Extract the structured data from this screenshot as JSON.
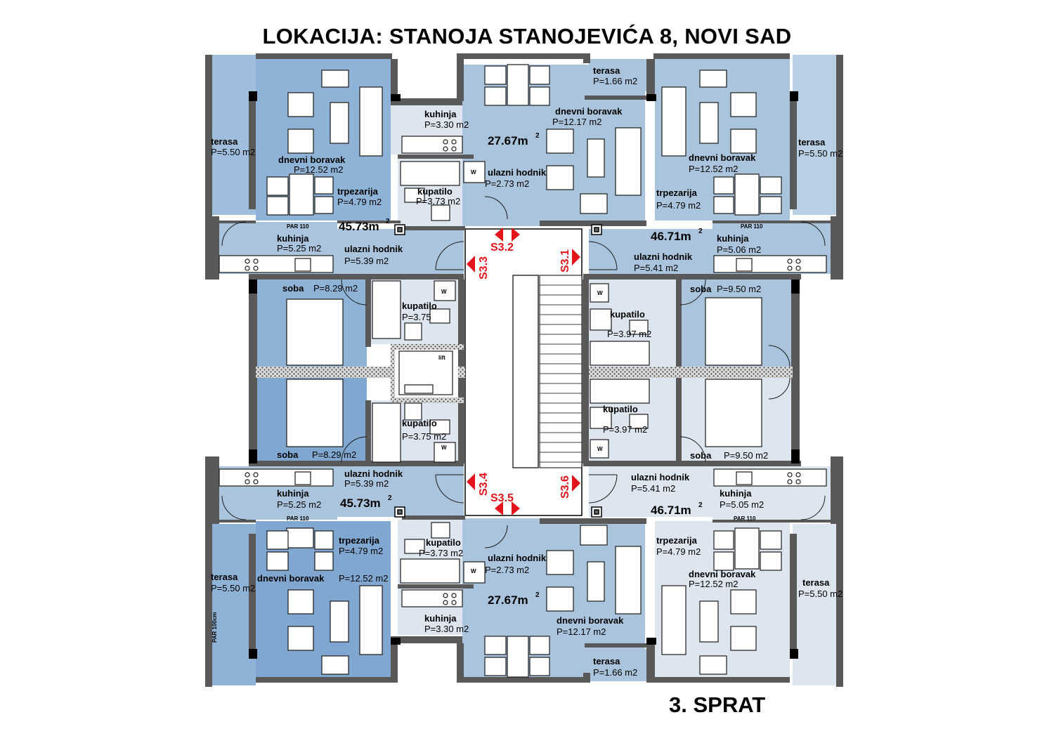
{
  "title": "LOKACIJA: STANOJA STANOJEVIĆA 8, NOVI SAD",
  "floor": "3. SPRAT",
  "colors": {
    "apt_dark": "#8fb3d6",
    "apt_mid": "#a9c4dc",
    "apt_light": "#dde5ef",
    "wall": "#595959",
    "arrow": "#e3141b"
  },
  "apartment_totals": {
    "a1": "45.73",
    "a2": "27.67",
    "a3": "46.71",
    "a4": "45.73",
    "a5": "27.67",
    "a6": "46.71",
    "unit": "m",
    "sup": "2"
  },
  "par": {
    "p1": "PAR 110",
    "p2": "PAR 110",
    "p3": "PAR 110",
    "p4": "PAR 110",
    "p5": "PAR 100cm"
  },
  "lift": "lift",
  "wc": "W",
  "markers": {
    "s31": "S3.1",
    "s32": "S3.2",
    "s33": "S3.3",
    "s34": "S3.4",
    "s35": "S3.5",
    "s36": "S3.6"
  },
  "rooms": {
    "r1_name": "terasa",
    "r1_area": "P=1.66 m2",
    "r2_name": "kuhinja",
    "r2_area": "P=3.30 m2",
    "r3_name": "dnevni boravak",
    "r3_area": "P=12.17 m2",
    "r4_name": "terasa",
    "r4_area": "P=5.50 m2",
    "r5_name": "dnevni boravak",
    "r5_area": "P=12.52 m2",
    "r6_name": "ulazni hodnik",
    "r6_area": "P=2.73 m2",
    "r7_name": "trpezarija",
    "r7_area": "P=4.79 m2",
    "r8_name": "kupatilo",
    "r8_area": "P=3.73 m2",
    "r9_name": "dnevni boravak",
    "r9_area": "P=12.52 m2",
    "r10_name": "terasa",
    "r10_area": "P=5.50 m2",
    "r11_name": "trpezarija",
    "r11_area": "P=4.79 m2",
    "r12_name": "kuhinja",
    "r12_area": "P=5.25 m2",
    "r13_name": "ulazni hodnik",
    "r13_area": "P=5.39 m2",
    "r14_name": "ulazni hodnik",
    "r14_area": "P=5.41 m2",
    "r15_name": "kuhinja",
    "r15_area": "P=5.06 m2",
    "r16_name": "soba",
    "r16_area": "P=8.29 m2",
    "r17_name": "kupatilo",
    "r17_area": "P=3.75",
    "r18_name": "kupatilo",
    "r18_area": "P=3.97 m2",
    "r19_name": "soba",
    "r19_area": "P=9.50 m2",
    "r20_name": "kupatilo",
    "r20_area": "P=3.75 m2",
    "r21_name": "kupatilo",
    "r21_area": "P=3.97 m2",
    "r22_name": "soba",
    "r22_area": "P=8.29 m2",
    "r23_name": "soba",
    "r23_area": "P=9.50 m2",
    "r24_name": "ulazni hodnik",
    "r24_area": "P=5.39 m2",
    "r25_name": "ulazni hodnik",
    "r25_area": "P=5.41 m2",
    "r26_name": "kuhinja",
    "r26_area": "P=5.25 m2",
    "r27_name": "kuhinja",
    "r27_area": "P=5.05 m2",
    "r28_name": "kupatilo",
    "r28_area": "P=3.73 m2",
    "r29_name": "trpezarija",
    "r29_area": "P=4.79 m2",
    "r30_name": "ulazni hodnik",
    "r30_area": "P=2.73 m2",
    "r31_name": "trpezarija",
    "r31_area": "P=4.79 m2",
    "r32_name": "dnevni boravak",
    "r32_area": "P=12.52 m2",
    "r33_name": "terasa",
    "r33_area": "P=5.50 m2",
    "r34_name": "dnevni boravak",
    "r34_area": "P=12.52 m2",
    "r35_name": "terasa",
    "r35_area": "P=5.50 m2",
    "r36_name": "kuhinja",
    "r36_area": "P=3.30 m2",
    "r37_name": "dnevni boravak",
    "r37_area": "P=12.17 m2",
    "r38_name": "terasa",
    "r38_area": "P=1.66 m2"
  }
}
